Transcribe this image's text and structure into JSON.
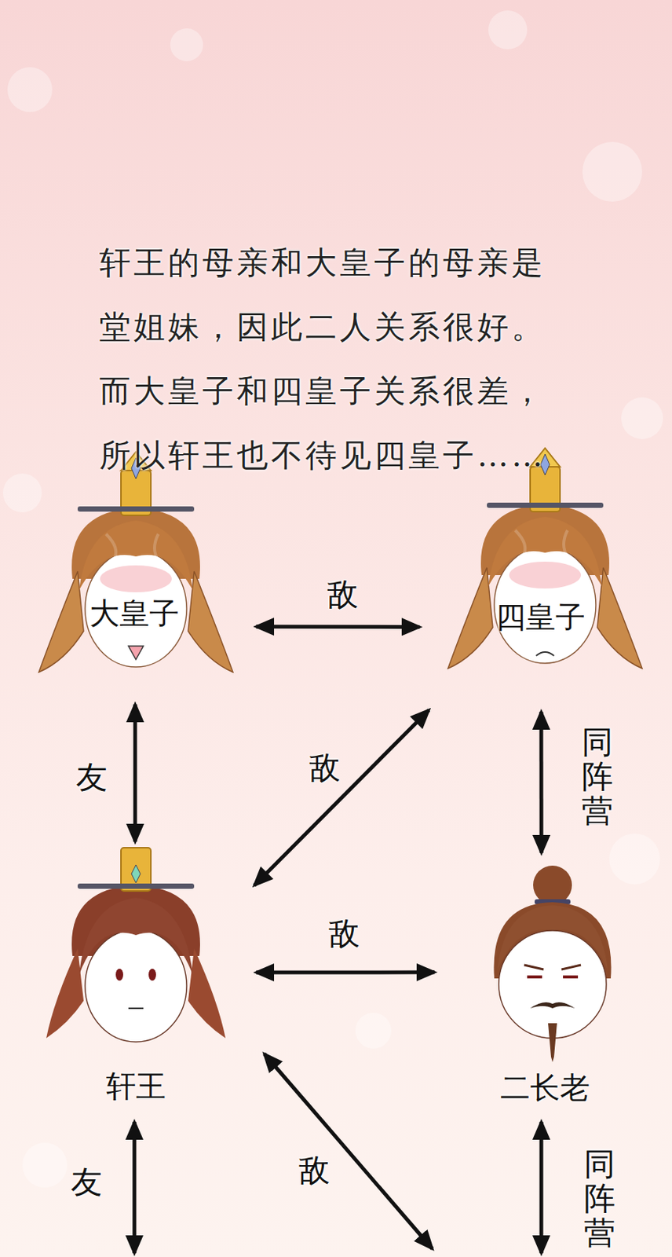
{
  "diagram": {
    "title": "轩王的母亲和大皇子的母亲是堂姐妹，因此二人关系很好。而大皇子和四皇子关系很差，所以轩王也不待见四皇子……",
    "nodes": [
      {
        "text": [
          "大皇子"
        ]
      },
      {
        "text": [
          "四皇子"
        ]
      },
      {
        "text": [
          "轩王"
        ]
      },
      {
        "text": [
          "二长老"
        ]
      }
    ],
    "edges": [
      {
        "from": 0,
        "to": 1,
        "label": "敌",
        "arrow": "both"
      },
      {
        "from": 0,
        "to": 2,
        "label": "友",
        "arrow": "both"
      },
      {
        "from": 1,
        "to": 2,
        "label": "敌",
        "arrow": "both"
      },
      {
        "from": 1,
        "to": 3,
        "label": "同阵营",
        "arrow": "both"
      },
      {
        "from": 2,
        "to": 3,
        "label": "敌",
        "arrow": "both"
      }
    ],
    "labels": [
      "友",
      "敌",
      "同阵营"
    ]
  }
}
